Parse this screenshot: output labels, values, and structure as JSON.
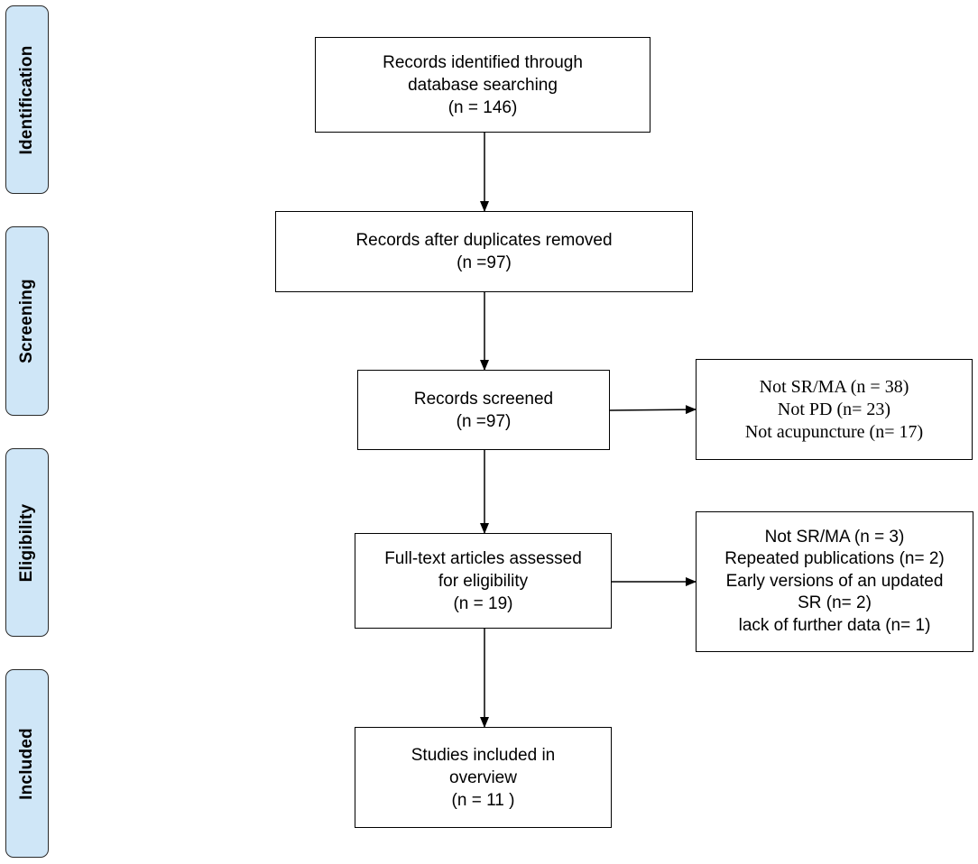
{
  "stages": [
    {
      "id": "identification",
      "label": "Identification"
    },
    {
      "id": "screening",
      "label": "Screening"
    },
    {
      "id": "eligibility",
      "label": "Eligibility"
    },
    {
      "id": "included",
      "label": "Included"
    }
  ],
  "boxes": {
    "identified": [
      "Records identified through",
      "database searching",
      "(n = 146)"
    ],
    "duplicates_removed": [
      "Records after duplicates removed",
      "(n =97)"
    ],
    "screened": [
      "Records screened",
      "(n =97)"
    ],
    "excluded_screening": [
      "Not SR/MA (n = 38)",
      "Not PD (n= 23)",
      "Not acupuncture (n= 17)"
    ],
    "full_text": [
      "Full-text articles assessed",
      "for eligibility",
      "(n = 19)"
    ],
    "excluded_full_text": [
      "Not SR/MA (n = 3)",
      "Repeated publications (n= 2)",
      "Early versions of an updated",
      "SR (n= 2)",
      "lack of further data (n= 1)"
    ],
    "included": [
      "Studies included in",
      "overview",
      "(n = 11 )"
    ]
  }
}
